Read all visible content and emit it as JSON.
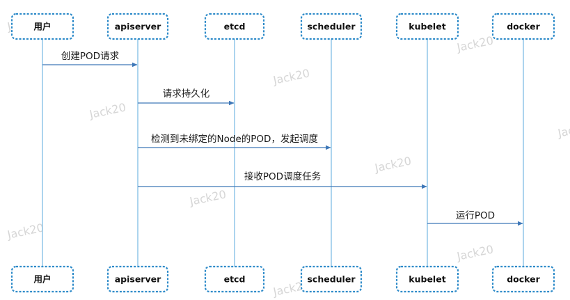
{
  "actors": [
    {
      "id": "user",
      "label": "用户"
    },
    {
      "id": "apiserver",
      "label": "apiserver"
    },
    {
      "id": "etcd",
      "label": "etcd"
    },
    {
      "id": "scheduler",
      "label": "scheduler"
    },
    {
      "id": "kubelet",
      "label": "kubelet"
    },
    {
      "id": "docker",
      "label": "docker"
    }
  ],
  "messages": [
    {
      "from": "user",
      "to": "apiserver",
      "label": "创建POD请求"
    },
    {
      "from": "apiserver",
      "to": "etcd",
      "label": "请求持久化"
    },
    {
      "from": "apiserver",
      "to": "scheduler",
      "label": "检测到未绑定的Node的POD，发起调度"
    },
    {
      "from": "apiserver",
      "to": "kubelet",
      "label": "接收POD调度任务"
    },
    {
      "from": "kubelet",
      "to": "docker",
      "label": "运行POD"
    }
  ],
  "watermark": "Jack20",
  "colors": {
    "box_border": "#2e8bc9",
    "lifeline": "#89c2e6",
    "arrow": "#3f78b8"
  }
}
